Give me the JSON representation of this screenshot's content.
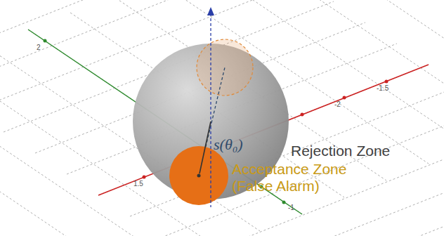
{
  "diagram": {
    "labels": [
      "s(θ₀)",
      "Rejection Zone",
      "Acceptance Zone (False Alarm)",
      "2",
      "-1.5",
      "-2",
      "1.5",
      "-1"
    ]
  }
}
